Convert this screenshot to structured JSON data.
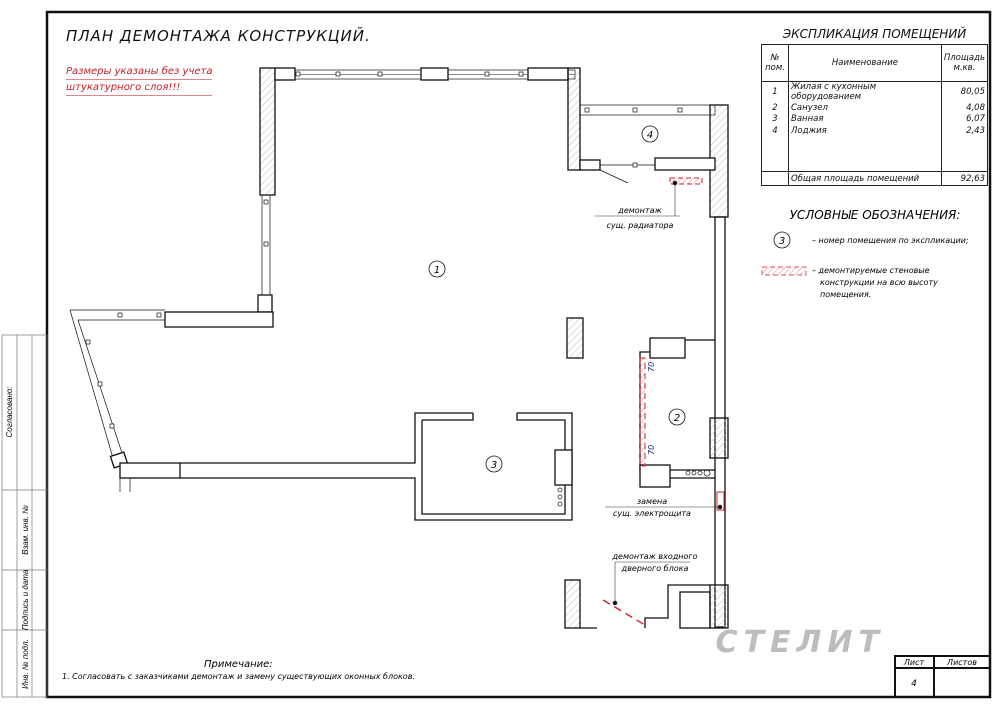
{
  "title": "ПЛАН ДЕМОНТАЖА КОНСТРУКЦИЙ.",
  "plaster_note": [
    "Размеры указаны без учета",
    "штукатурного слоя!!!"
  ],
  "explication": {
    "title": "ЭКСПЛИКАЦИЯ ПОМЕЩЕНИЙ",
    "headers": {
      "num": "№ пом.",
      "name": "Наименование",
      "area": "Площадь м.кв."
    },
    "rows": [
      {
        "num": "1",
        "name": "Жилая с кухонным оборудованием",
        "area": "80,05"
      },
      {
        "num": "2",
        "name": "Санузел",
        "area": "4,08"
      },
      {
        "num": "3",
        "name": "Ванная",
        "area": "6,07"
      },
      {
        "num": "4",
        "name": "Лоджия",
        "area": "2,43"
      }
    ],
    "total_label": "Общая площадь помещений",
    "total_area": "92,63"
  },
  "legend": {
    "title": "УСЛОВНЫЕ ОБОЗНАЧЕНИЯ:",
    "room_symbol": "3",
    "room_text": "– номер помещения по экспликации;",
    "demolish_text": [
      "– демонтируемые   стеновые",
      "конструкции на всю высоту",
      "помещения."
    ]
  },
  "plan": {
    "room_labels": [
      "1",
      "2",
      "3",
      "4"
    ],
    "dimensions": [
      "70",
      "70"
    ],
    "callouts": {
      "radiator": [
        "демонтаж",
        "сущ. радиатора"
      ],
      "panel": [
        "замена",
        "сущ. электрощита"
      ],
      "door": [
        "демонтаж входного",
        "дверного блока"
      ]
    }
  },
  "footnote": {
    "title": "Примечание:",
    "text": "1. Согласовать с заказчиками демонтаж и замену существующих оконных блоков."
  },
  "side_stamp": {
    "agreed": "Согласовано:",
    "fields": [
      "Взам. инв. №",
      "Подпись и дата",
      "Инв. № подл."
    ]
  },
  "title_block": {
    "sheet_label": "Лист",
    "sheets_label": "Листов",
    "sheet": "4",
    "sheets": ""
  },
  "logo": "СТЕЛИТ",
  "colors": {
    "demolish": "#d02030",
    "dimension": "#1a237e",
    "logo": "#b8b8b8"
  }
}
